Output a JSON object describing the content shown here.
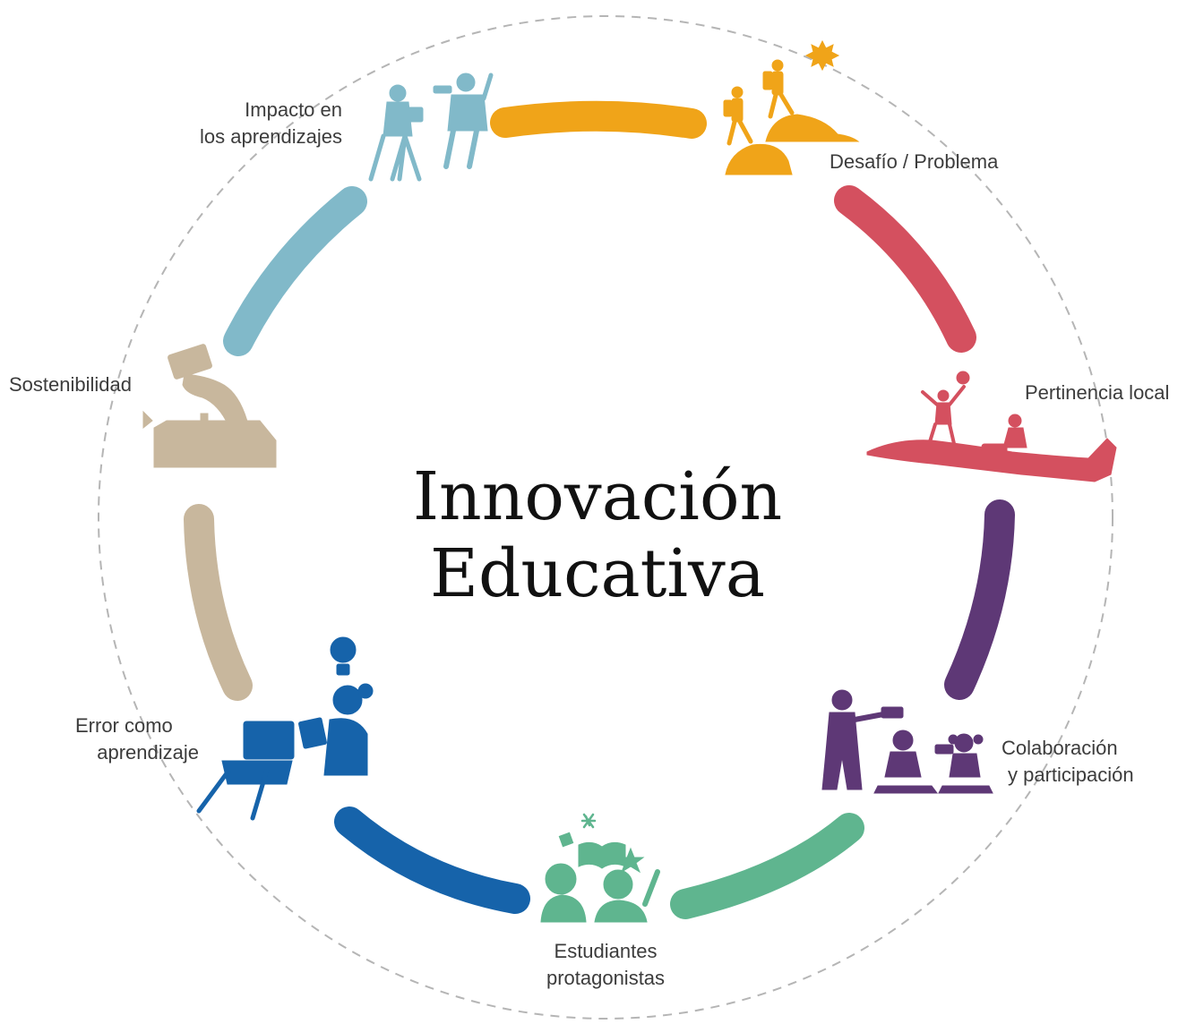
{
  "title": {
    "line1": "Innovación",
    "line2": "Educativa"
  },
  "stages": [
    {
      "id": "desafio",
      "lines": [
        "Desafío / Problema"
      ],
      "color": "#f0a419",
      "icon": "hikers-climbing-icon"
    },
    {
      "id": "pertinencia",
      "lines": [
        "Pertinencia local"
      ],
      "color": "#d4505f",
      "icon": "chile-map-kids-icon"
    },
    {
      "id": "colaboracion",
      "lines": [
        "Colaboración",
        "y participación"
      ],
      "color": "#5e3876",
      "icon": "teacher-kids-robot-icon"
    },
    {
      "id": "estudiantes",
      "lines": [
        "Estudiantes",
        "protagonistas"
      ],
      "color": "#5fb58f",
      "icon": "students-reading-icon"
    },
    {
      "id": "error",
      "lines": [
        "Error como",
        "aprendizaje"
      ],
      "color": "#1663aa",
      "icon": "laptop-idea-icon"
    },
    {
      "id": "sostenibilidad",
      "lines": [
        "Sostenibilidad"
      ],
      "color": "#c8b79d",
      "icon": "hand-money-school-icon"
    },
    {
      "id": "impacto",
      "lines": [
        "Impacto en",
        "los aprendizajes"
      ],
      "color": "#81b9c9",
      "icon": "camera-interview-icon"
    }
  ],
  "dashed_ring_color": "#b5b5b5"
}
